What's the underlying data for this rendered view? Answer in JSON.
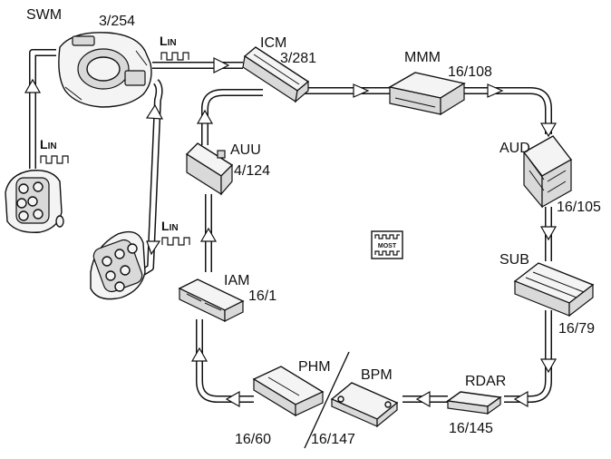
{
  "modules": {
    "swm": {
      "name": "SWM",
      "ref": "3/254"
    },
    "icm": {
      "name": "ICM",
      "ref": "3/281"
    },
    "mmm": {
      "name": "MMM",
      "ref": "16/108"
    },
    "aud": {
      "name": "AUD",
      "ref": "16/105"
    },
    "sub": {
      "name": "SUB",
      "ref": "16/79"
    },
    "rdar": {
      "name": "RDAR",
      "ref": "16/145"
    },
    "bpm": {
      "name": "BPM",
      "ref": "16/147"
    },
    "phm": {
      "name": "PHM",
      "ref": "16/60"
    },
    "iam": {
      "name": "IAM",
      "ref": "16/1"
    },
    "auu": {
      "name": "AUU",
      "ref": "4/124"
    }
  },
  "bus": {
    "lin_first": "L",
    "lin_rest": "IN",
    "most": "MOST"
  },
  "icons": {
    "lin_signal": "square-wave-icon",
    "most_signal": "most-bus-icon",
    "flow": "arrow-icon"
  },
  "colors": {
    "line": "#111111",
    "background": "#ffffff"
  }
}
